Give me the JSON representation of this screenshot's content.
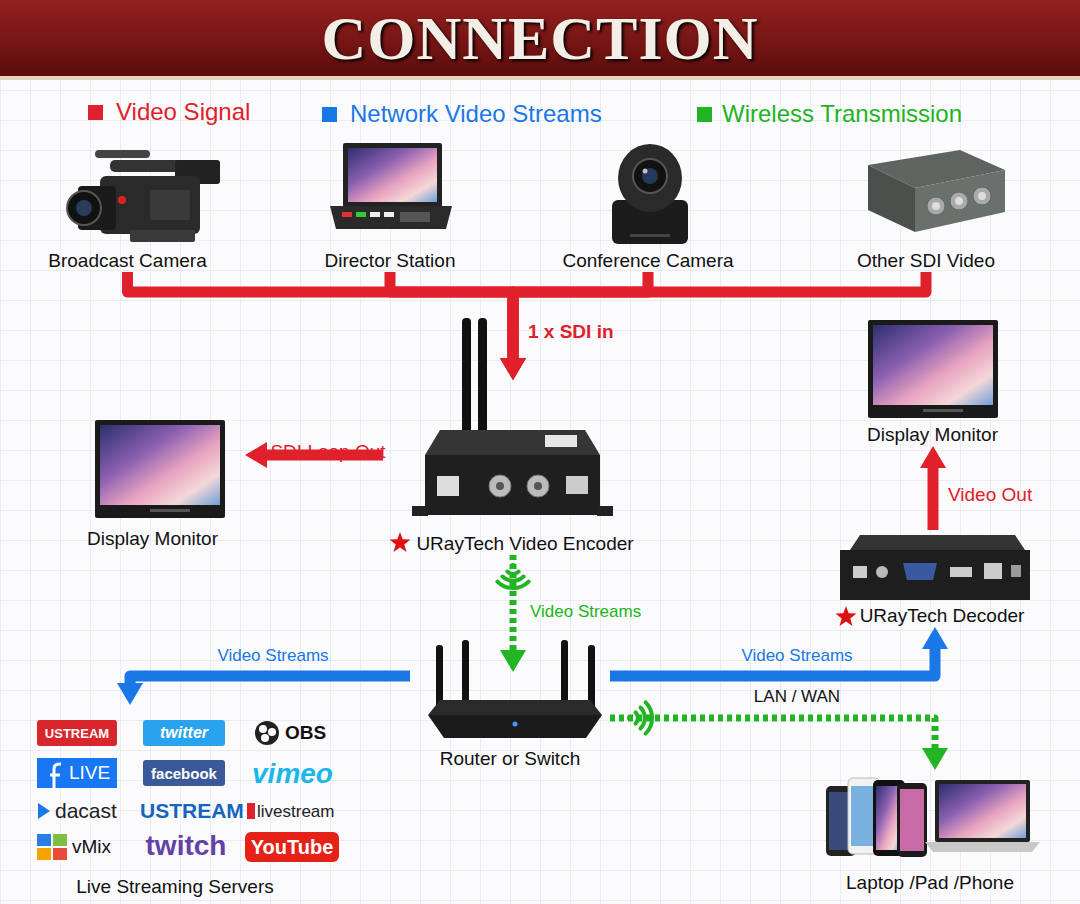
{
  "diagram": {
    "title": "CONNECTION",
    "nodes": [
      {
        "text": [
          "Broadcast Camera"
        ]
      },
      {
        "text": [
          "Director Station"
        ]
      },
      {
        "text": [
          "Conference Camera"
        ]
      },
      {
        "text": [
          "Other SDI Video"
        ]
      },
      {
        "text": [
          "URayTech Video Encoder"
        ]
      },
      {
        "text": [
          "Display Monitor"
        ]
      },
      {
        "text": [
          "Display Monitor"
        ]
      },
      {
        "text": [
          "URayTech Decoder"
        ]
      },
      {
        "text": [
          "Router or Switch"
        ]
      },
      {
        "text": [
          "Live Streaming Servers"
        ]
      },
      {
        "text": [
          "Laptop /Pad /Phone"
        ]
      }
    ],
    "edges": [
      {
        "from": 0,
        "to": 4,
        "arrow": "to",
        "label": "1 x SDI in"
      },
      {
        "from": 1,
        "to": 4,
        "arrow": "to"
      },
      {
        "from": 2,
        "to": 4,
        "arrow": "to"
      },
      {
        "from": 3,
        "to": 4,
        "arrow": "to"
      },
      {
        "from": 4,
        "to": 5,
        "arrow": "to",
        "label": "SDI Loop Out"
      },
      {
        "from": 4,
        "to": 8,
        "arrow": "to",
        "label": "Video Streams"
      },
      {
        "from": 8,
        "to": 9,
        "arrow": "to",
        "label": "Video Streams"
      },
      {
        "from": 8,
        "to": 7,
        "arrow": "to",
        "label": "Video Streams"
      },
      {
        "from": 7,
        "to": 6,
        "arrow": "to",
        "label": "Video Out"
      },
      {
        "from": 8,
        "to": 10,
        "arrow": "to",
        "label": "LAN / WAN"
      }
    ],
    "labels": [
      "USTREAM",
      "twitter",
      "OBS",
      "LIVE",
      "facebook",
      "vimeo",
      "dacast",
      "USTREAM",
      "livestream",
      "vMix",
      "twitch",
      "YouTube"
    ],
    "legend": [
      {
        "text": "Video Signal",
        "color": "#e0202a"
      },
      {
        "text": "Network Video Streams",
        "color": "#1a78e6"
      },
      {
        "text": "Wireless Transmission",
        "color": "#22b422"
      }
    ]
  }
}
